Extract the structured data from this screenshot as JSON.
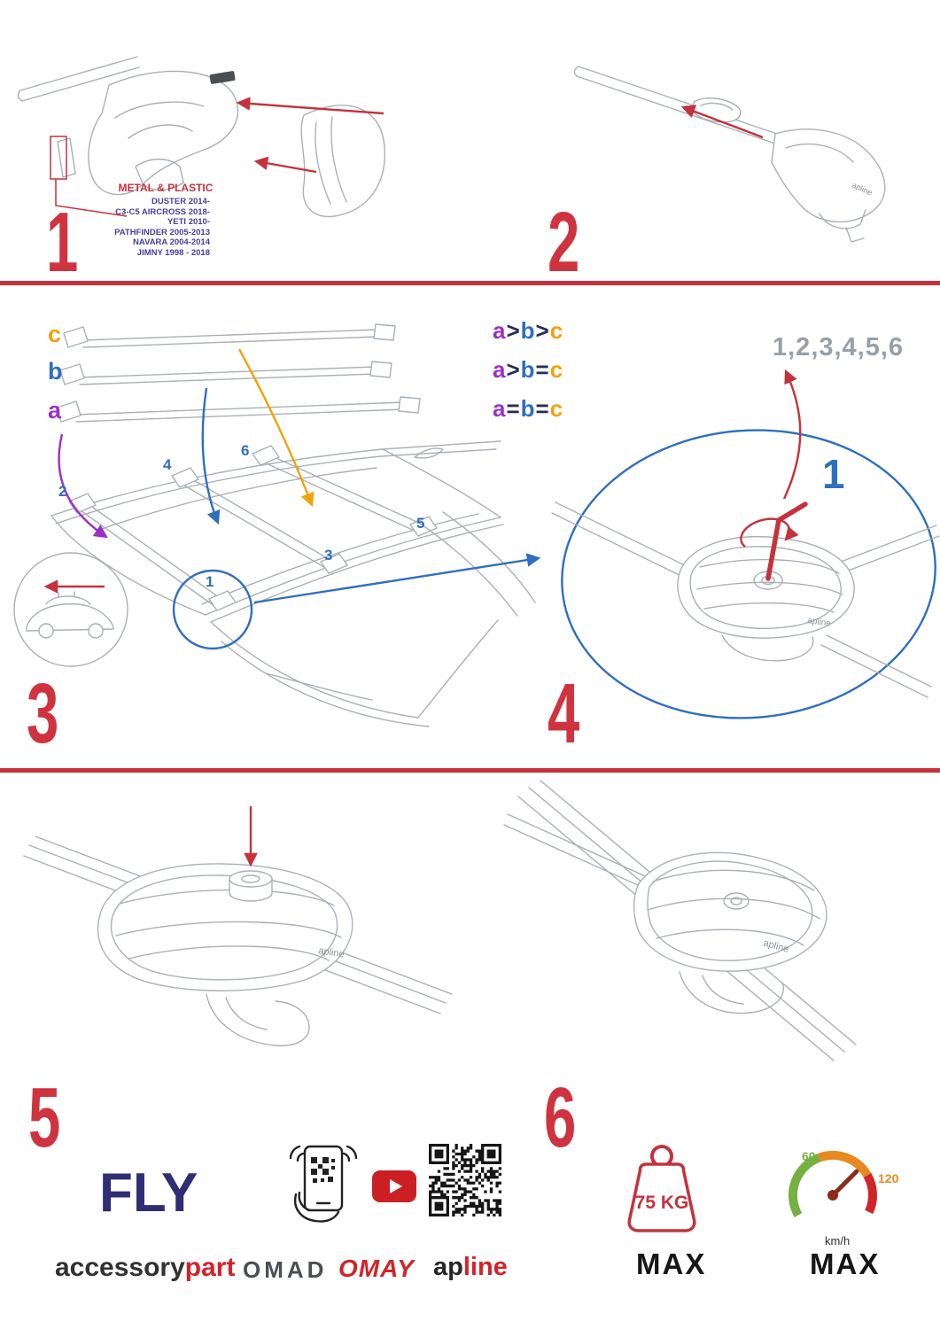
{
  "colors": {
    "accent_red": "#c5323c",
    "accent_blue": "#2e6fc0",
    "accent_purple": "#9b30c9",
    "accent_orange": "#f0a30a",
    "navy_text": "#453f9e"
  },
  "brand": {
    "foot_logo": "apline"
  },
  "steps": {
    "s1": {
      "num": "1",
      "material": "METAL & PLASTIC",
      "models": [
        "DUSTER 2014-",
        "C3-C5 AIRCROSS 2018-",
        "YETI 2010-",
        "PATHFINDER 2005-2013",
        "NAVARA 2004-2014",
        "JIMNY 1998 - 2018"
      ]
    },
    "s2": {
      "num": "2"
    },
    "s3": {
      "num": "3",
      "bar_labels": [
        "c",
        "b",
        "a"
      ],
      "formulas": [
        {
          "p1": "a",
          "o1": ">",
          "p2": "b",
          "o2": ">",
          "p3": "c"
        },
        {
          "p1": "a",
          "o1": ">",
          "p2": "b",
          "o2": "=",
          "p3": "c"
        },
        {
          "p1": "a",
          "o1": "=",
          "p2": "b",
          "o2": "=",
          "p3": "c"
        }
      ],
      "positions": [
        "1",
        "2",
        "3",
        "4",
        "5",
        "6"
      ]
    },
    "s4": {
      "num": "4",
      "sequence": "1,2,3,4,5,6",
      "tool_step": "1"
    },
    "s5": {
      "num": "5"
    },
    "s6": {
      "num": "6"
    }
  },
  "footer": {
    "fly": "FLY",
    "accessory": "accessory",
    "part": "part",
    "omad": "OMAD",
    "omay": "OMAY",
    "apline_prefix": "ap",
    "apline_suffix": "line",
    "weight_value": "75 KG",
    "weight_max": "MAX",
    "speed_low": "60",
    "speed_high": "120",
    "speed_unit": "km/h",
    "speed_max": "MAX"
  }
}
